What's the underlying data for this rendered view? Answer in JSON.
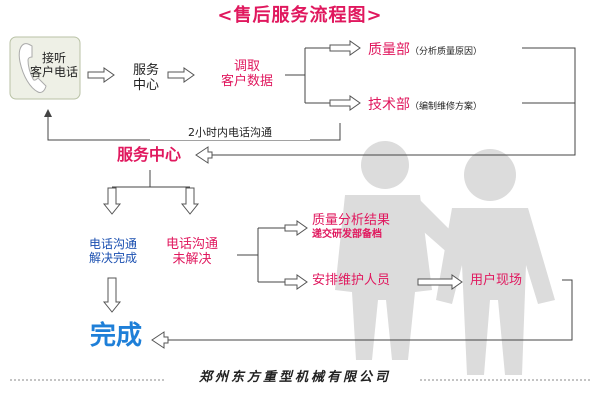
{
  "title": "<售后服务流程图>",
  "nodes": {
    "receive_call": {
      "line1": "接听",
      "line2": "客户电话"
    },
    "service_center_small": {
      "line1": "服务",
      "line2": "中心"
    },
    "retrieve_data": {
      "line1": "调取",
      "line2": "客户数据"
    },
    "quality_dept": {
      "label": "质量部",
      "note": "（分析质量原因）"
    },
    "tech_dept": {
      "label": "技术部",
      "note": "（编制维修方案）"
    },
    "feedback_note": "2小时内电话沟通",
    "service_center_big": "服务中心",
    "resolved": {
      "line1": "电话沟通",
      "line2": "解决完成"
    },
    "unresolved": {
      "line1": "电话沟通",
      "line2": "未解决"
    },
    "quality_result": {
      "line1": "质量分析结果",
      "line2": "递交研发部备档"
    },
    "arrange_staff": "安排维护人员",
    "on_site": "用户现场",
    "done": "完成"
  },
  "footer": "郑州东方重型机械有限公司",
  "colors": {
    "accent": "#e0185e",
    "node_blue": "#1a4fb0",
    "done_blue": "#1e7fd8",
    "arrow_outline": "#555555",
    "figure_gray": "#d9d9d9"
  },
  "icons": {
    "phone": "phone-icon",
    "figures": "people-silhouette"
  }
}
